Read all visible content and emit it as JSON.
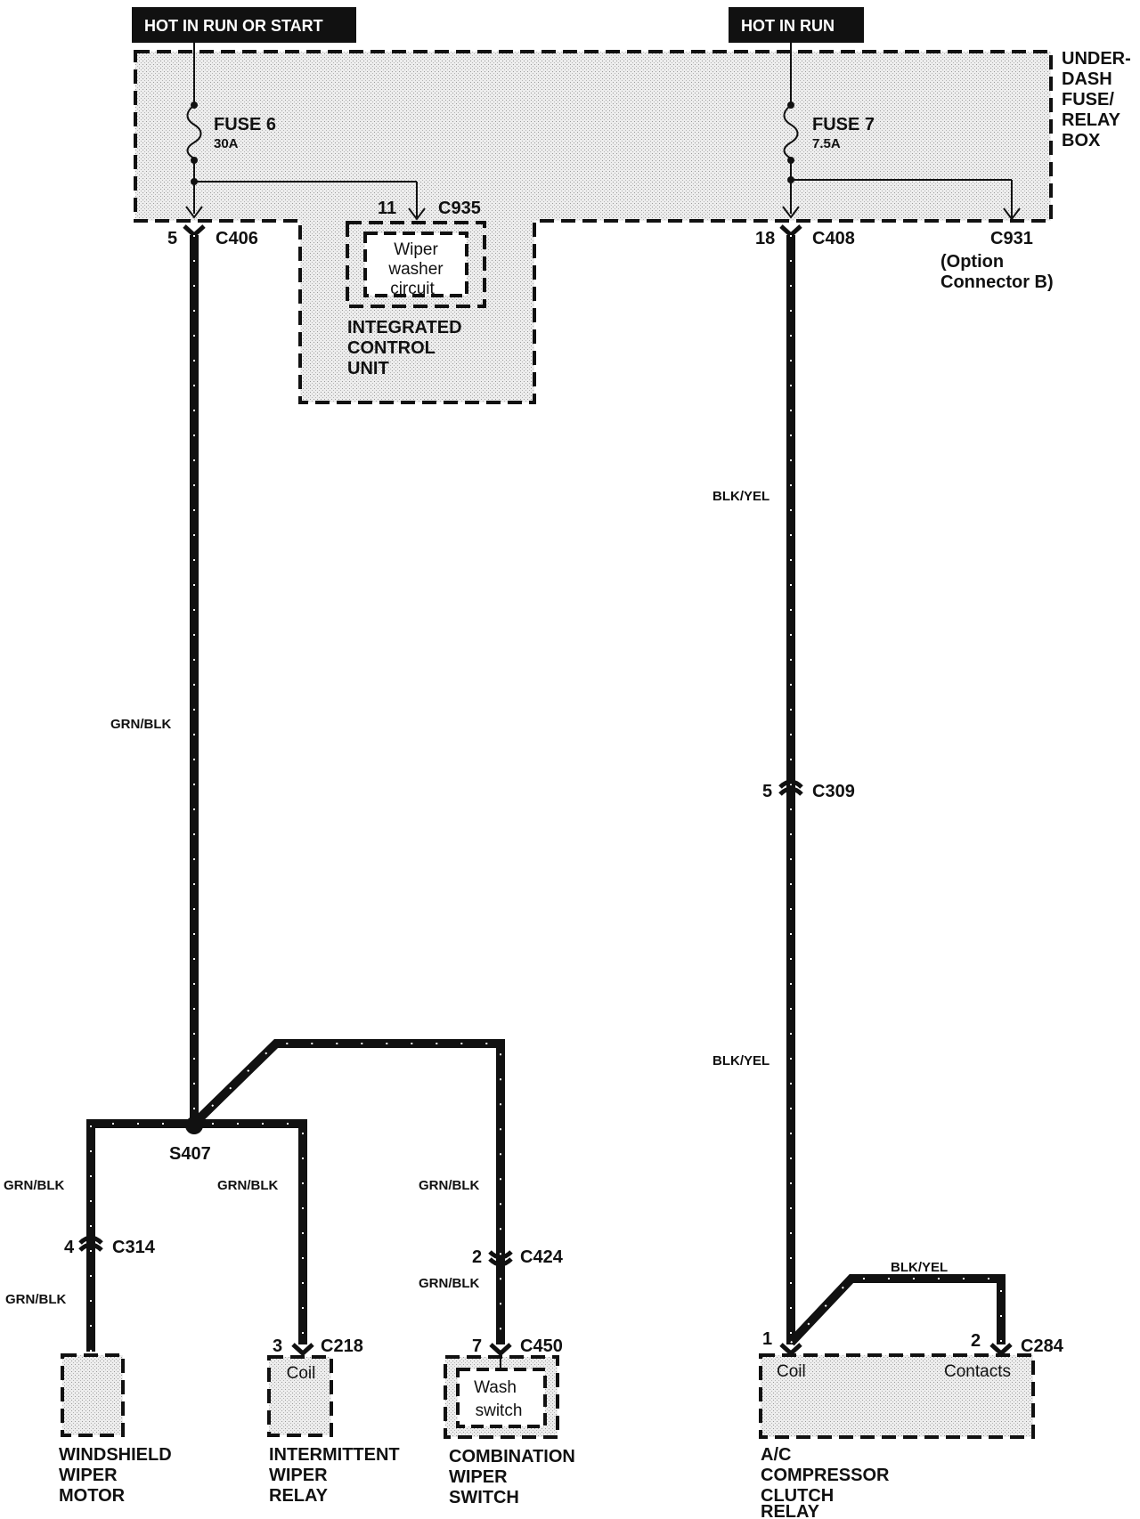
{
  "headers": {
    "left": "HOT IN  RUN OR  START",
    "right": "HOT IN  RUN"
  },
  "fuse_box": {
    "label_lines": [
      "UNDER-",
      "DASH",
      "FUSE/",
      "RELAY",
      "BOX"
    ],
    "fuse6": {
      "name": "FUSE 6",
      "rating": "30A"
    },
    "fuse7": {
      "name": "FUSE 7",
      "rating": "7.5A"
    }
  },
  "icu": {
    "pin": "11",
    "connector": "C935",
    "inner_lines": [
      "Wiper",
      "washer",
      "circuit"
    ],
    "label_lines": [
      "INTEGRATED",
      "CONTROL",
      "UNIT"
    ]
  },
  "connectors": {
    "c406": {
      "pin": "5",
      "name": "C406"
    },
    "c408": {
      "pin": "18",
      "name": "C408"
    },
    "c931": {
      "name": "C931",
      "note_lines": [
        "(Option",
        "Connector B)"
      ]
    },
    "c309": {
      "pin": "5",
      "name": "C309"
    },
    "c314": {
      "pin": "4",
      "name": "C314"
    },
    "c218": {
      "pin": "3",
      "name": "C218"
    },
    "c424": {
      "pin": "2",
      "name": "C424"
    },
    "c450": {
      "pin": "7",
      "name": "C450"
    },
    "c284_coil": {
      "pin": "1"
    },
    "c284": {
      "pin": "2",
      "name": "C284"
    }
  },
  "splice": "S407",
  "wire_colors": {
    "main_left": "GRN/BLK",
    "branch_motor_upper": "GRN/BLK",
    "branch_motor_lower": "GRN/BLK",
    "branch_relay": "GRN/BLK",
    "branch_switch_upper": "GRN/BLK",
    "branch_switch_lower": "GRN/BLK",
    "right_upper": "BLK/YEL",
    "right_lower": "BLK/YEL",
    "relay_jumper": "BLK/YEL"
  },
  "components": {
    "wiper_motor": {
      "label_lines": [
        "WINDSHIELD",
        "WIPER",
        "MOTOR"
      ]
    },
    "intermittent_relay": {
      "inner": "Coil",
      "label_lines": [
        "INTERMITTENT",
        "WIPER",
        "RELAY"
      ]
    },
    "combination_switch": {
      "inner_lines": [
        "Wash",
        "switch"
      ],
      "label_lines": [
        "COMBINATION",
        "WIPER",
        "SWITCH"
      ]
    },
    "ac_relay": {
      "coil": "Coil",
      "contacts": "Contacts",
      "label_lines": [
        "A/C",
        "COMPRESSOR",
        "CLUTCH",
        "RELAY"
      ]
    }
  }
}
